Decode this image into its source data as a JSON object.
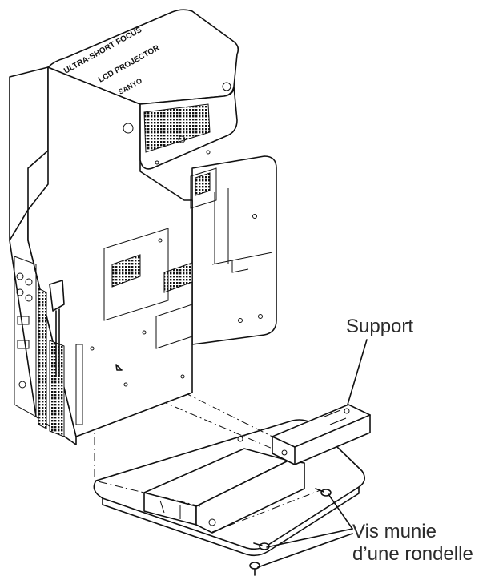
{
  "projector": {
    "top_text_line1": "ULTRA-SHORT FOCUS",
    "top_text_line2": "LCD PROJECTOR",
    "logo_text": "SANYO"
  },
  "labels": {
    "support": "Support",
    "screw_line1": "Vis munie",
    "screw_line2": "d’une rondelle"
  },
  "colors": {
    "line": "#111111",
    "text": "#2b2b2b",
    "background": "#ffffff"
  }
}
